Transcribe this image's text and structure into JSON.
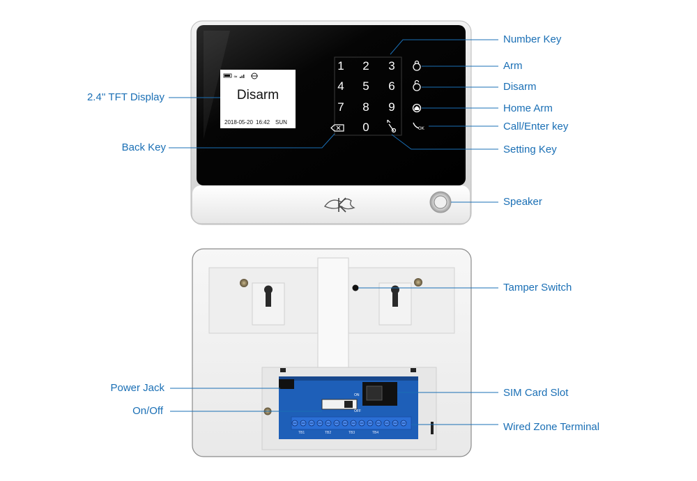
{
  "screen": {
    "status_main": "Disarm",
    "date": "2018-05-20",
    "time": "16:42",
    "day": "SUN"
  },
  "keypad": {
    "keys": [
      "1",
      "2",
      "3",
      "4",
      "5",
      "6",
      "7",
      "8",
      "9",
      "0"
    ]
  },
  "labels": {
    "number_key": "Number Key",
    "arm": "Arm",
    "disarm": "Disarm",
    "home_arm": "Home Arm",
    "call_enter_key": "Call/Enter key",
    "setting_key": "Setting Key",
    "speaker": "Speaker",
    "tft_display": "2.4'' TFT Display",
    "back_key": "Back Key",
    "tamper_switch": "Tamper Switch",
    "sim_card_slot": "SIM Card Slot",
    "wired_zone_terminal": "Wired Zone Terminal",
    "power_jack": "Power Jack",
    "on_off": "On/Off"
  },
  "board": {
    "switch_on": "ON",
    "switch_off": "OFF",
    "terminal_groups": [
      "TB1",
      "TB2",
      "TB3",
      "TB4"
    ]
  },
  "colors": {
    "accent": "#1a6fb5",
    "panel_black": "#0a0a0a",
    "body_white": "#f4f4f4",
    "pcb_blue": "#1e5fb8",
    "terminal_blue": "#2b6fd6"
  }
}
